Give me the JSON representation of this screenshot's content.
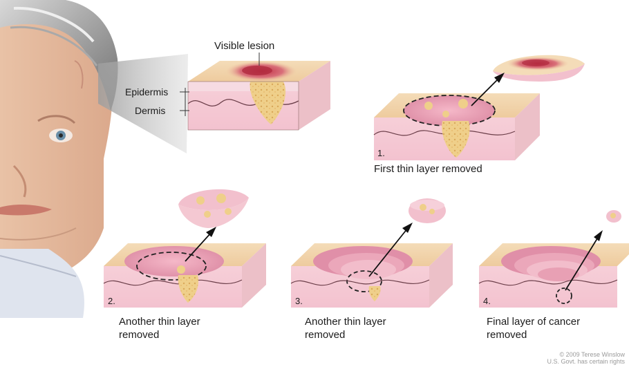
{
  "labels": {
    "visible_lesion": "Visible lesion",
    "epidermis": "Epidermis",
    "dermis": "Dermis"
  },
  "steps": [
    {
      "number": "1.",
      "caption_line1": "First thin layer removed",
      "caption_line2": ""
    },
    {
      "number": "2.",
      "caption_line1": "Another thin layer",
      "caption_line2": "removed"
    },
    {
      "number": "3.",
      "caption_line1": "Another thin layer",
      "caption_line2": "removed"
    },
    {
      "number": "4.",
      "caption_line1": "Final layer of cancer",
      "caption_line2": "removed"
    }
  ],
  "credit": {
    "line1": "© 2009 Terese Winslow",
    "line2": "U.S. Govt. has certain rights"
  },
  "colors": {
    "skin_top": "#f1cfa6",
    "dermis": "#f2c0cd",
    "crater": "#e89ab0",
    "tumor": "#efcf8a",
    "lesion": "#c9424f"
  }
}
